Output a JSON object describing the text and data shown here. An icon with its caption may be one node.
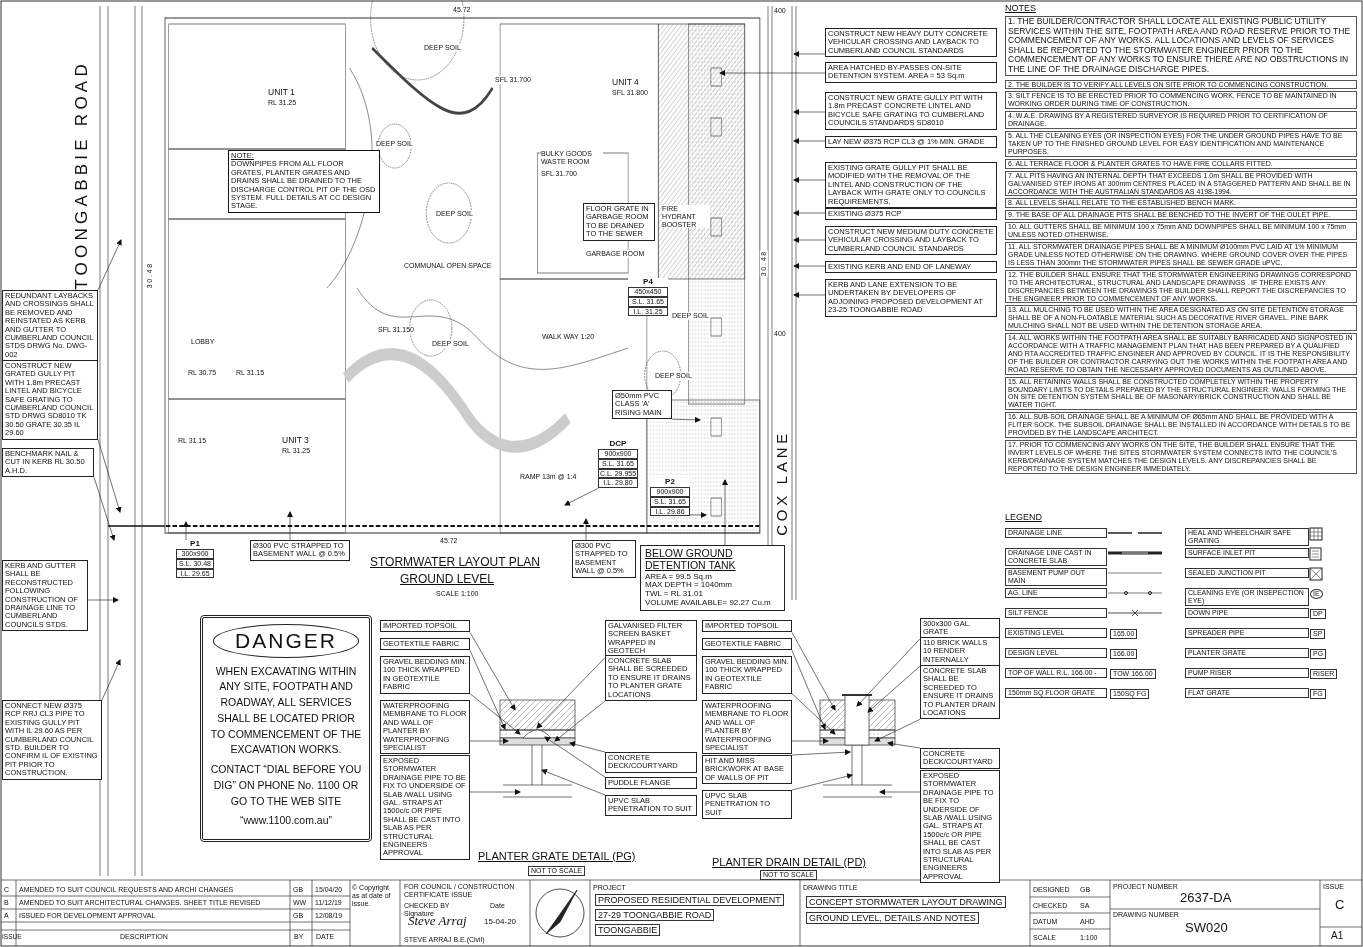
{
  "diagram": {
    "nodes": [
      {
        "text": [
          "REDUNDANT LAYBACKS AND CROSSINGS SHALL BE REMOVED AND REINSTATED AS KERB AND GUTTER TO CUMBERLAND COUNCIL STDS DRWG No. DWG-002"
        ]
      },
      {
        "text": [
          "CONSTRUCT NEW GRATED GULLY PIT WITH 1.8m PRECAST LINTEL AND BICYCLE SAFE GRATING TO CUMBERLAND COUNCIL STD DRWG SD8010 TK 30.50 GRATE 30.35 IL 29.60"
        ]
      },
      {
        "text": [
          "BENCHMARK NAIL & CUT IN KERB RL 30.50 A.H.D."
        ]
      },
      {
        "text": [
          "KERB AND GUTTER SHALL BE RECONSTRUCTED FOLLOWING CONSTRUCTION OF DRAINAGE LINE TO CUMBERLAND COUNCILS STDS."
        ]
      },
      {
        "text": [
          "CONNECT NEW Ø375 RCP RRJ CL3 PIPE TO EXISTING GULLY PIT WITH IL 29.60 AS PER CUMBERLAND COUNCIL STD. BUILDER TO CONFIRM IL OF EXISTING PIT PRIOR TO CONSTRUCTION."
        ]
      },
      {
        "text": [
          "NOTE:",
          "DOWNPIPES FROM ALL FLOOR GRATES, PLANTER GRATES AND DRAINS SHALL BE DRAINED TO THE DISCHARGE CONTROL PIT OF THE OSD SYSTEM. FULL DETAILS AT CC DESIGN STAGE."
        ]
      },
      {
        "text": [
          "Ø300 PVC STRAPPED TO BASEMENT WALL @ 0.5%"
        ]
      },
      {
        "text": [
          "Ø300 PVC STRAPPED TO BASEMENT WALL @ 0.5%"
        ]
      },
      {
        "text": [
          "CONSTRUCT NEW HEAVY DUTY CONCRETE VEHICULAR CROSSING AND LAYBACK TO CUMBERLAND COUNCIL STANDARDS"
        ]
      },
      {
        "text": [
          "AREA HATCHED BY-PASSES ON-SITE DETENTION SYSTEM. AREA = 53 Sq.m"
        ]
      },
      {
        "text": [
          "CONSTRUCT NEW GRATE GULLY PIT WITH 1.8m PRECAST CONCRETE LINTEL AND BICYCLE SAFE GRATING TO CUMBERLAND COUNCILS STANDARDS SD8010"
        ]
      },
      {
        "text": [
          "LAY NEW Ø375 RCP CL3 @ 1% MIN. GRADE"
        ]
      },
      {
        "text": [
          "EXISTING GRATE GULLY PIT SHALL BE MODIFIED WITH THE REMOVAL OF THE LINTEL AND CONSTRUCTION OF THE LAYBACK WITH GRATE ONLY TO COUNCILS REQUIREMENTS."
        ]
      },
      {
        "text": [
          "EXISTING Ø375 RCP"
        ]
      },
      {
        "text": [
          "CONSTRUCT NEW MEDIUM DUTY CONCRETE VEHICULAR CROSSING AND LAYBACK TO CUMBERLAND COUNCIL STANDARDS"
        ]
      },
      {
        "text": [
          "EXISTING KERB AND END OF LANEWAY"
        ]
      },
      {
        "text": [
          "KERB AND LANE EXTENSION TO BE UNDERTAKEN BY DEVELOPERS OF ADJOINING PROPOSED DEVELOPMENT AT 23-25 TOONGABBIE ROAD"
        ]
      },
      {
        "text": [
          "BELOW GROUND DETENTION TANK",
          "AREA = 99.5 Sq.m",
          "MAX DEPTH = 1040mm",
          "TWL = RL 31.01",
          "VOLUME AVAILABLE= 92.27 Cu.m"
        ]
      },
      {
        "text": [
          "P1",
          "300x900",
          "S.L. 30.48",
          "I.L. 29.65"
        ]
      },
      {
        "text": [
          "DCP",
          "900x900",
          "S.L. 31.65",
          "C.L. 29.955",
          "I.L. 29.80"
        ]
      },
      {
        "text": [
          "P2",
          "900x900",
          "S.L. 31.65",
          "I.L. 29.86"
        ]
      },
      {
        "text": [
          "P4",
          "450x450",
          "S.L. 31.65",
          "I.L. 31.25"
        ]
      },
      {
        "text": [
          "Ø50mm PVC CLASS 'A' RISING MAIN"
        ]
      },
      {
        "text": [
          "FLOOR GRATE IN GARBAGE ROOM TO BE DRAINED TO THE SEWER"
        ]
      },
      {
        "text": [
          "DANGER",
          "WHEN EXCAVATING WITHIN ANY SITE, FOOTPATH AND ROADWAY, ALL SERVICES SHALL BE LOCATED PRIOR TO COMMENCEMENT OF THE EXCAVATION WORKS.",
          "CONTACT “DIAL BEFORE YOU DIG” ON PHONE No. 1100 OR GO TO THE WEB SITE",
          "“www.1100.com.au”"
        ]
      },
      {
        "text": [
          "IMPORTED TOPSOIL"
        ]
      },
      {
        "text": [
          "GEOTEXTILE FABRIC"
        ]
      },
      {
        "text": [
          "GRAVEL BEDDING MIN. 100 THICK WRAPPED IN GEOTEXTILE FABRIC"
        ]
      },
      {
        "text": [
          "WATERPROOFING MEMBRANE TO FLOOR AND WALL OF PLANTER BY WATERPROOFING SPECIALIST"
        ]
      },
      {
        "text": [
          "EXPOSED STORMWATER DRAINAGE PIPE TO BE FIX TO UNDERSIDE OF SLAB /WALL USING GAL. STRAPS AT 1500c/c OR PIPE SHALL BE CAST INTO SLAB AS PER STRUCTURAL ENGINEERS APPROVAL"
        ]
      },
      {
        "text": [
          "GALVANISED FILTER SCREEN BASKET WRAPPED IN GEOTECH"
        ]
      },
      {
        "text": [
          "CONCRETE SLAB SHALL BE SCREEDED TO ENSURE IT DRAINS TO PLANTER GRATE LOCATIONS"
        ]
      },
      {
        "text": [
          "CONCRETE DECK/COURTYARD"
        ]
      },
      {
        "text": [
          "PUDDLE FLANGE"
        ]
      },
      {
        "text": [
          "UPVC SLAB PENETRATION TO SUIT"
        ]
      },
      {
        "text": [
          "IMPORTED TOPSOIL"
        ]
      },
      {
        "text": [
          "300x300 GAL. GRATE"
        ]
      },
      {
        "text": [
          "110 BRICK WALLS 10 RENDER INTERNALLY"
        ]
      },
      {
        "text": [
          "GEOTEXTILE FABRIC"
        ]
      },
      {
        "text": [
          "GRAVEL BEDDING MIN. 100 THICK WRAPPED IN GEOTEXTILE FABRIC"
        ]
      },
      {
        "text": [
          "WATERPROOFING MEMBRANE TO FLOOR AND WALL OF PLANTER BY WATERPROOFING SPECIALIST"
        ]
      },
      {
        "text": [
          "HIT AND MISS BRICKWORK AT BASE OF WALLS OF PIT"
        ]
      },
      {
        "text": [
          "UPVC SLAB PENETRATION TO SUIT"
        ]
      },
      {
        "text": [
          "CONCRETE DECK/COURTYARD"
        ]
      },
      {
        "text": [
          "EXPOSED STORMWATER DRAINAGE PIPE TO BE FIX TO UNDERSIDE OF SLAB /WALL USING GAL. STRAPS AT 1500c/c OR PIPE SHALL BE CAST INTO SLAB AS PER STRUCTURAL ENGINEERS APPROVAL"
        ]
      },
      {
        "text": [
          "CONCRETE SLAB SHALL BE SCREEDED TO ENSURE IT DRAINS TO PLANTER DRAIN LOCATIONS"
        ]
      }
    ],
    "edges": [
      {
        "from": 0,
        "to": null,
        "arrow": "to"
      },
      {
        "from": 1,
        "to": null,
        "arrow": "to"
      },
      {
        "from": 2,
        "to": null,
        "arrow": "to"
      },
      {
        "from": 3,
        "to": null,
        "arrow": "to"
      },
      {
        "from": 4,
        "to": null,
        "arrow": "to"
      },
      {
        "from": 6,
        "to": null,
        "arrow": "to"
      },
      {
        "from": 7,
        "to": null,
        "arrow": "to"
      },
      {
        "from": 8,
        "to": null,
        "arrow": "to"
      },
      {
        "from": 9,
        "to": null,
        "arrow": "to"
      },
      {
        "from": 10,
        "to": null,
        "arrow": "to"
      },
      {
        "from": 11,
        "to": null,
        "arrow": "to"
      },
      {
        "from": 12,
        "to": null,
        "arrow": "to"
      },
      {
        "from": 13,
        "to": null,
        "arrow": "to"
      },
      {
        "from": 14,
        "to": null,
        "arrow": "to"
      },
      {
        "from": 15,
        "to": null,
        "arrow": "to"
      },
      {
        "from": 16,
        "to": null,
        "arrow": "to"
      },
      {
        "from": 17,
        "to": null,
        "arrow": "to"
      },
      {
        "from": 18,
        "to": null,
        "arrow": "to"
      },
      {
        "from": 19,
        "to": null,
        "arrow": "to"
      },
      {
        "from": 20,
        "to": null,
        "arrow": "to"
      },
      {
        "from": 22,
        "to": null,
        "arrow": "to"
      },
      {
        "from": 25,
        "to": null,
        "arrow": "to"
      },
      {
        "from": 26,
        "to": null,
        "arrow": "to"
      },
      {
        "from": 27,
        "to": null,
        "arrow": "to"
      },
      {
        "from": 28,
        "to": null,
        "arrow": "to"
      },
      {
        "from": 29,
        "to": null,
        "arrow": "to"
      },
      {
        "from": 30,
        "to": null,
        "arrow": "to"
      },
      {
        "from": 31,
        "to": null,
        "arrow": "to"
      },
      {
        "from": 32,
        "to": null,
        "arrow": "to"
      },
      {
        "from": 33,
        "to": null,
        "arrow": "to"
      },
      {
        "from": 34,
        "to": null,
        "arrow": "to"
      },
      {
        "from": 35,
        "to": null,
        "arrow": "to"
      },
      {
        "from": 36,
        "to": null,
        "arrow": "to"
      },
      {
        "from": 37,
        "to": null,
        "arrow": "to"
      },
      {
        "from": 38,
        "to": null,
        "arrow": "to"
      },
      {
        "from": 39,
        "to": null,
        "arrow": "to"
      },
      {
        "from": 40,
        "to": null,
        "arrow": "to"
      },
      {
        "from": 41,
        "to": null,
        "arrow": "to"
      },
      {
        "from": 42,
        "to": null,
        "arrow": "to"
      },
      {
        "from": 43,
        "to": null,
        "arrow": "to"
      },
      {
        "from": 44,
        "to": null,
        "arrow": "to"
      },
      {
        "from": 45,
        "to": null,
        "arrow": "to"
      }
    ],
    "labels": [
      "TOONGABBIE ROAD",
      "COX LANE",
      "45.72",
      "45.72",
      "30.48",
      "30.48",
      "400",
      "400",
      "UNIT 1",
      "RL 31.25",
      "UNIT 3",
      "RL 31.25",
      "UNIT 4",
      "SFL 31.800",
      "BULKY GOODS WASTE ROOM",
      "SFL 31.700",
      "GARBAGE ROOM",
      "SFL 31.700",
      "SFL 31.150",
      "LOBBY",
      "RL 30.75",
      "RL 31.15",
      "RL 31.15",
      "COMMUNAL OPEN SPACE",
      "DEEP SOIL",
      "DEEP SOIL",
      "DEEP SOIL",
      "DEEP SOIL",
      "DEEP SOIL",
      "DEEP SOIL",
      "FIRE HYDRANT BOOSTER",
      "WALK WAY 1:20",
      "RAMP 13m @ 1:4",
      "STORMWATER LAYOUT PLAN",
      "GROUND LEVEL",
      "SCALE 1:100",
      "PLANTER GRATE DETAIL (PG)",
      "NOT TO SCALE",
      "PLANTER DRAIN DETAIL (PD)",
      "NOT TO SCALE",
      "NOTES",
      "1. THE BUILDER/CONTRACTOR SHALL LOCATE ALL EXISTING PUBLIC UTILITY SERVICES WITHIN THE SITE, FOOTPATH AREA AND ROAD RESERVE PRIOR TO THE COMMENCEMENT OF ANY WORKS. ALL LOCATIONS AND LEVELS OF SERVICES SHALL BE REPORTED TO THE STORMWATER ENGINEER PRIOR TO THE COMMENCEMENT OF ANY WORKS TO ENSURE THERE ARE NO OBSTRUCTIONS IN THE LINE OF THE DRAINAGE DISCHARGE PIPES.",
      "2. THE BUILDER IS TO VERIFY ALL LEVELS ON SITE PRIOR TO COMMENCING CONSTRUCTION.",
      "3. SILT FENCE IS TO BE ERECTED PRIOR TO COMMENCING WORK. FENCE TO BE MAINTAINED IN WORKING ORDER DURING TIME OF CONSTRUCTION.",
      "4. W.A.E. DRAWING BY A REGISTERED SURVEYOR IS REQUIRED PRIOR TO CERTIFICATION OF DRAINAGE.",
      "5. ALL THE CLEANING EYES (OR INSPECTION EYES) FOR THE UNDER GROUND PIPES HAVE TO BE TAKEN UP TO THE FINISHED GROUND LEVEL FOR EASY IDENTIFICATION AND MAINTENANCE PURPOSES.",
      "6. ALL TERRACE FLOOR & PLANTER GRATES TO HAVE FIRE COLLARS FITTED.",
      "7. ALL PITS HAVING AN INTERNAL DEPTH THAT EXCEEDS 1.0m SHALL BE PROVIDED WITH GALVANISED STEP IRONS AT 300mm CENTRES PLACED IN A STAGGERED PATTERN AND SHALL BE IN ACCORDANCE WITH THE AUSTRALIAN STANDARDS AS 4198-1994.",
      "8. ALL LEVELS SHALL RELATE TO THE ESTABLISHED BENCH MARK.",
      "9. THE BASE OF ALL DRAINAGE PITS SHALL BE BENCHED TO THE INVERT OF THE OULET PIPE.",
      "10. ALL GUTTERS SHALL BE MINIMUM 100 x 75mm AND DOWNPIPES SHALL BE MINIMUM 100 x 75mm UNLESS NOTED OTHERWISE.",
      "11. ALL STORMWATER DRAINAGE PIPES SHALL BE A MINIMUM Ø100mm PVC LAID AT 1% MINIMUM GRADE UNLESS NOTED OTHERWISE ON THE DRAWING. WHERE GROUND COVER OVER THE PIPES IS LESS THAN 300mm THE STORMWATER PIPES SHALL BE SEWER GRADE uPVC.",
      "12. THE BUILDER SHALL ENSURE THAT THE STORMWATER ENGINEERING DRAWINGS CORRESPOND TO THE ARCHITECTURAL, STRUCTURAL AND LANDSCAPE DRAWINGS . IF THERE EXISTS ANY DISCREPANCIES BETWEEN THE DRAWINGS THE BUILDER SHALL REPORT THE DISCREPANCIES TO THE ENGINEER PRIOR TO COMMENCEMENT OF ANY WORKS.",
      "13. ALL MULCHING TO BE USED WITHIN THE AREA DESIGNATED AS ON SITE DETENTION STORAGE SHALL BE OF A NON-FLOATABLE MATERIAL SUCH AS DECORATIVE RIVER GRAVEL. PINE BARK MULCHING SHALL NOT BE USED WITHIN THE DETENTION STORAGE AREA.",
      "14. ALL WORKS WITHIN THE FOOTPATH AREA SHALL BE SUITABLY BARRICADED AND SIGNPOSTED IN ACCORDANCE WITH A TRAFFIC MANAGEMENT PLAN THAT HAS BEEN PREPARED BY A QUALIFIED AND RTA ACCREDITED TRAFFIC ENGINEER AND APPROVED BY COUNCIL. IT IS THE RESPONSIBILITY OF THE BUILDER OR CONTRACTOR CARRYING OUT THE WORKS WITHIN THE FOOTPATH AREA AND ROAD RESERVE TO OBTAIN THE NECESSARY APPROVED DOCUMENTS AS OUTLINED ABOVE.",
      "15. ALL RETAINING WALLS SHALL BE CONSTRUCTED COMPLETELY WITHIN THE PROPERTY BOUNDARY LIMITS TO DETAILS PREPARED BY THE STRUCTURAL ENGINEER. WALLS FORMING THE ON SITE DETENTION SYSTEM SHALL BE OF MASONARY/BRICK CONSTRUCTION AND SHALL BE WATER TIGHT.",
      "16. ALL SUB-SOIL DRAINAGE SHALL BE A MINIMUM OF Ø65mm AND SHALL BE PROVIDED WITH A FLITER SOCK. THE SUBSOIL DRAINAGE SHALL BE INSTALLED IN ACCORDANCE WITH DETAILS TO BE PROVIDED BY THE LANDSCAPE ARCHITECT.",
      "17. PRIOR TO COMMENCING ANY WORKS ON THE SITE, THE BUILDER SHALL ENSURE THAT THE INVERT LEVELS OF WHERE THE SITES STORMWATER SYSTEM CONNECTS INTO THE COUNCIL'S KERB/DRAINAGE SYSTEM MATCHES THE DESIGN LEVELS. ANY DISCREPANCIES SHALL BE REPORTED TO THE DESIGN ENGINEER IMMEDIATELY.",
      "LEGEND",
      "165.00",
      "166.00",
      "TOW 166.00",
      "150SQ FG",
      "IE",
      "DP",
      "SP",
      "PG",
      "RISER",
      "FG",
      "C",
      "AMENDED TO SUIT COUNCIL REQUESTS AND ARCHI CHANGES",
      "GB",
      "15/04/20",
      "B",
      "AMENDED TO SUIT ARCHITECTURAL CHANGES. SHEET TITLE REVISED",
      "WW",
      "11/12/19",
      "A",
      "ISSUED FOR DEVELOPMENT APPROVAL",
      "GB",
      "12/08/19",
      "ISSUE",
      "DESCRIPTION",
      "BY",
      "DATE",
      "© Copyright as at date of issue.",
      "FOR COUNCIL / CONSTRUCTION CERTIFICATE ISSUE",
      "CHECKED BY",
      "Signature",
      "Date",
      "Steve Arraj",
      "STEVE ARRAJ B.E.(Civil)",
      "15-04-20",
      "PROJECT",
      "PROPOSED RESIDENTIAL DEVELOPMENT",
      "27-29 TOONGABBIE ROAD",
      "TOONGABBIE",
      "DRAWING TITLE",
      "CONCEPT STORMWATER LAYOUT DRAWING",
      "GROUND LEVEL, DETAILS AND NOTES",
      "DESIGNED",
      "GB",
      "CHECKED",
      "SA",
      "DATUM",
      "AHD",
      "SCALE",
      "1:100",
      "PROJECT NUMBER",
      "2637-DA",
      "DRAWING NUMBER",
      "SW020",
      "ISSUE",
      "C",
      "A1"
    ],
    "legend": [
      {
        "text": "DRAINAGE LINE"
      },
      {
        "text": "DRAINAGE LINE CAST IN CONCRETE SLAB"
      },
      {
        "text": "BASEMENT PUMP OUT MAIN"
      },
      {
        "text": "AG. LINE"
      },
      {
        "text": "SILT FENCE"
      },
      {
        "text": "EXISTING LEVEL"
      },
      {
        "text": "DESIGN LEVEL"
      },
      {
        "text": "TOP OF WALL R.L. 166.00 -"
      },
      {
        "text": "150mm SQ FLOOR GRATE"
      },
      {
        "text": "HEAL AND WHEELCHAIR SAFE GRATING"
      },
      {
        "text": "SURFACE INLET PIT"
      },
      {
        "text": "SEALED JUNCTION PIT"
      },
      {
        "text": "CLEANING EYE (OR INSEPECTION EYE)"
      },
      {
        "text": "DOWN PIPE"
      },
      {
        "text": "SPREADER PIPE"
      },
      {
        "text": "PLANTER GRATE"
      },
      {
        "text": "PUMP RISER"
      },
      {
        "text": "FLAT GRATE"
      }
    ]
  }
}
